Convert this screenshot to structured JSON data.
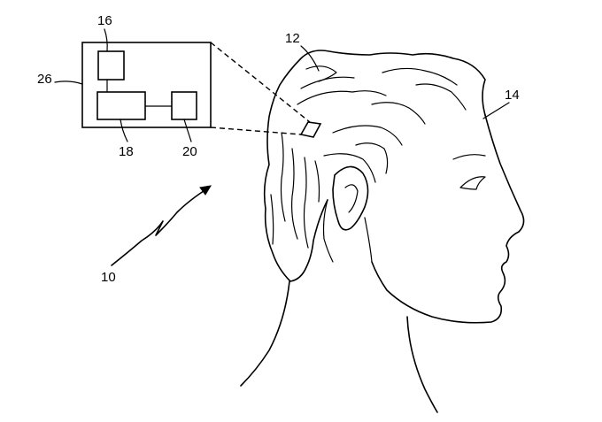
{
  "labels": {
    "system": "10",
    "hair": "12",
    "head": "14",
    "block_top": "16",
    "block_main": "18",
    "block_right": "20",
    "enclosure": "26"
  }
}
